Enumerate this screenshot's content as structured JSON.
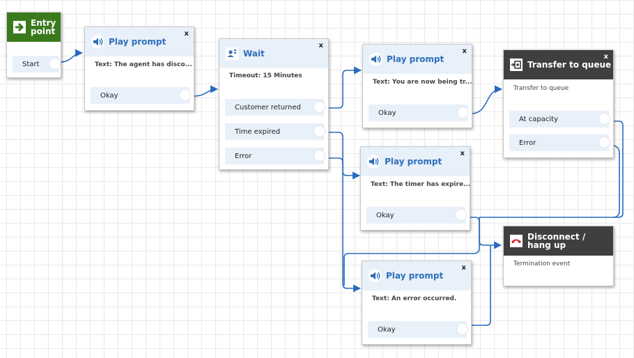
{
  "nodes": {
    "entry": {
      "title": "Entry point",
      "branches": [
        "Start"
      ]
    },
    "prompt1": {
      "title": "Play prompt",
      "close": "x",
      "desc": "Text: The agent has disco...",
      "branches": [
        "Okay"
      ]
    },
    "wait": {
      "title": "Wait",
      "close": "x",
      "desc": "Timeout: 15 Minutes",
      "branches": [
        "Customer returned",
        "Time expired",
        "Error"
      ]
    },
    "prompt2": {
      "title": "Play prompt",
      "close": "x",
      "desc": "Text: You are now being tr...",
      "branches": [
        "Okay"
      ]
    },
    "prompt3": {
      "title": "Play prompt",
      "close": "x",
      "desc": "Text: The timer has expire...",
      "branches": [
        "Okay"
      ]
    },
    "prompt4": {
      "title": "Play prompt",
      "close": "x",
      "desc": "Text: An error occurred.",
      "branches": [
        "Okay"
      ]
    },
    "transfer": {
      "title": "Transfer to queue",
      "close": "x",
      "desc": "Transfer to queue",
      "branches": [
        "At capacity",
        "Error"
      ]
    },
    "disconnect": {
      "title": "Disconnect / hang up",
      "desc": "Termination event"
    }
  },
  "colors": {
    "link_blue": "#2f6fba",
    "header_light": "#e8f0f9",
    "header_dark": "#3f3f3f",
    "header_green": "#3a7a1d",
    "connector": "#2a6ac0"
  },
  "icons": {
    "entry": "arrow-right-icon",
    "play_prompt": "speaker-icon",
    "wait": "wait-person-icon",
    "transfer": "transfer-queue-icon",
    "disconnect": "phone-hangup-icon"
  }
}
